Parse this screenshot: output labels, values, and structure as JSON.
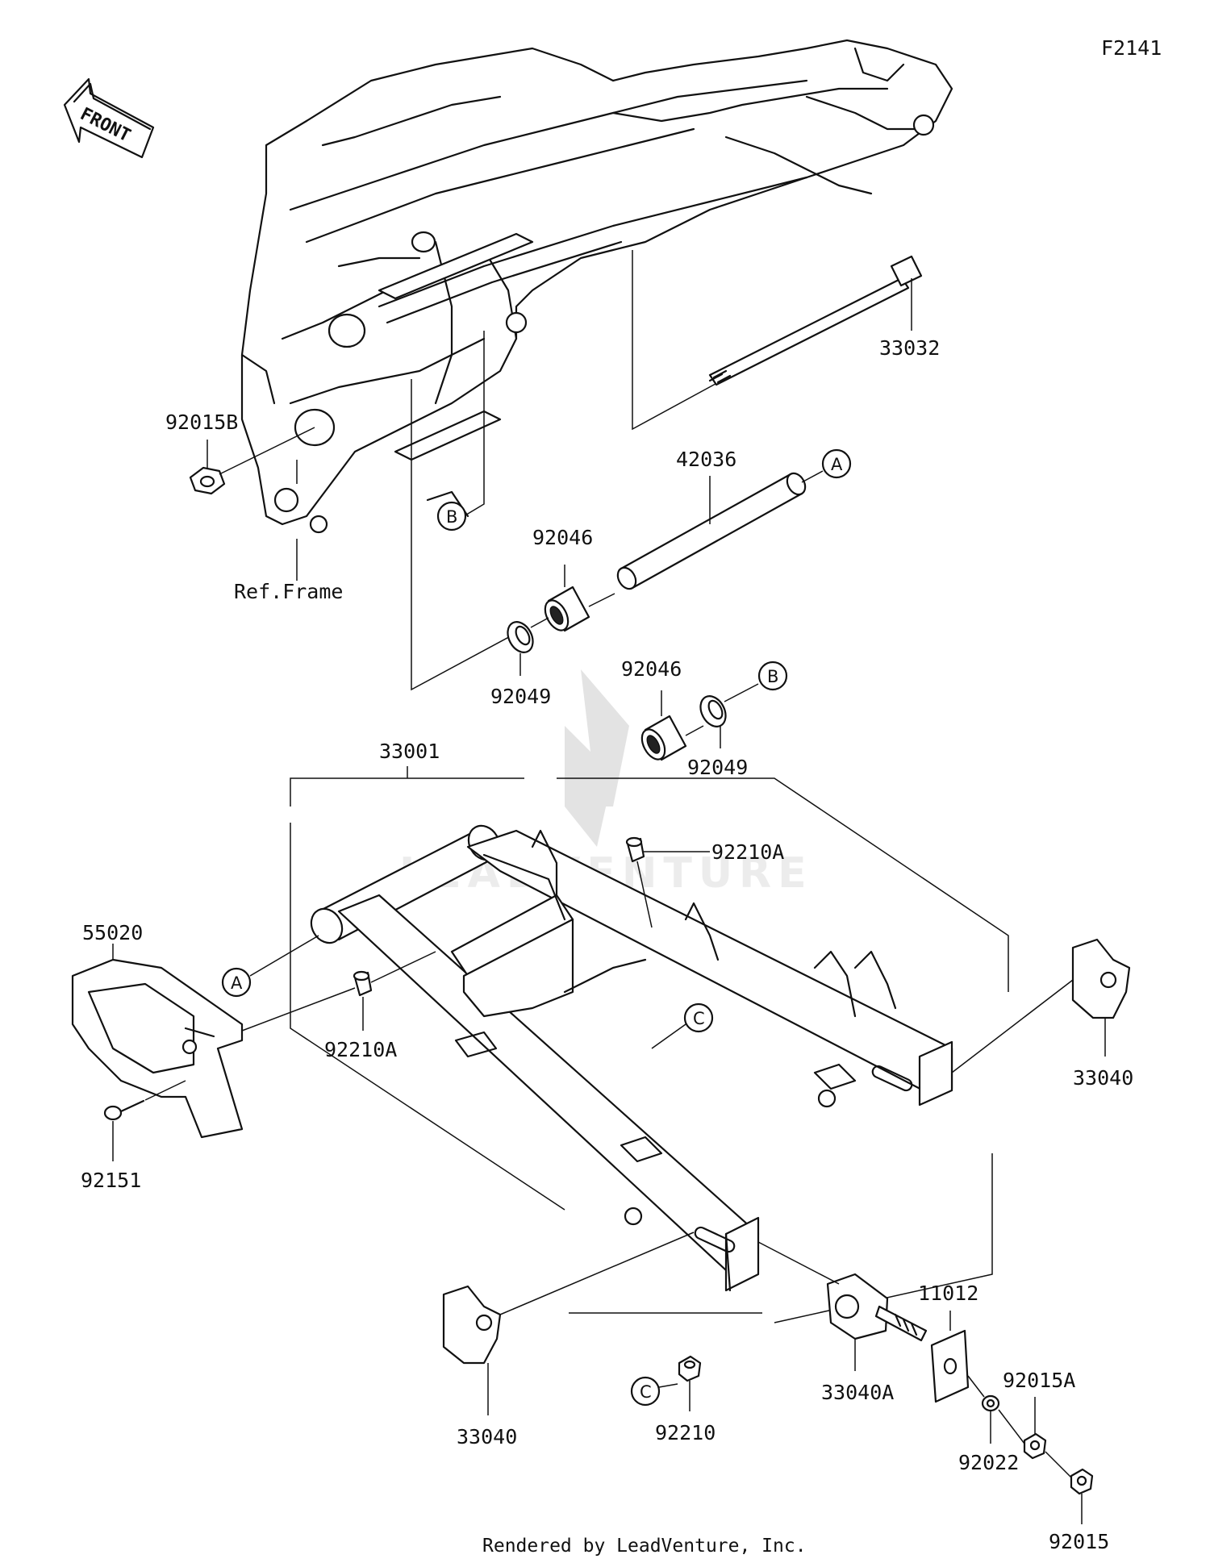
{
  "figure_code": "F2141",
  "front_label": "FRONT",
  "reference_label": "Ref.Frame",
  "watermark_text": "LEADVENTURE",
  "footer": "Rendered by LeadVenture, Inc.",
  "callouts": {
    "a": "A",
    "b": "B",
    "c": "C"
  },
  "parts": {
    "p33032": "33032",
    "p92015B": "92015B",
    "p42036": "42036",
    "p92046_top": "92046",
    "p92049_top": "92049",
    "p92046_mid": "92046",
    "p92049_mid": "92049",
    "p33001": "33001",
    "p92210A_top": "92210A",
    "p55020": "55020",
    "p92210A_left": "92210A",
    "p92151": "92151",
    "p33040_right": "33040",
    "p33040_left": "33040",
    "p92210": "92210",
    "p33040A": "33040A",
    "p11012": "11012",
    "p92015A": "92015A",
    "p92022": "92022",
    "p92015": "92015"
  }
}
